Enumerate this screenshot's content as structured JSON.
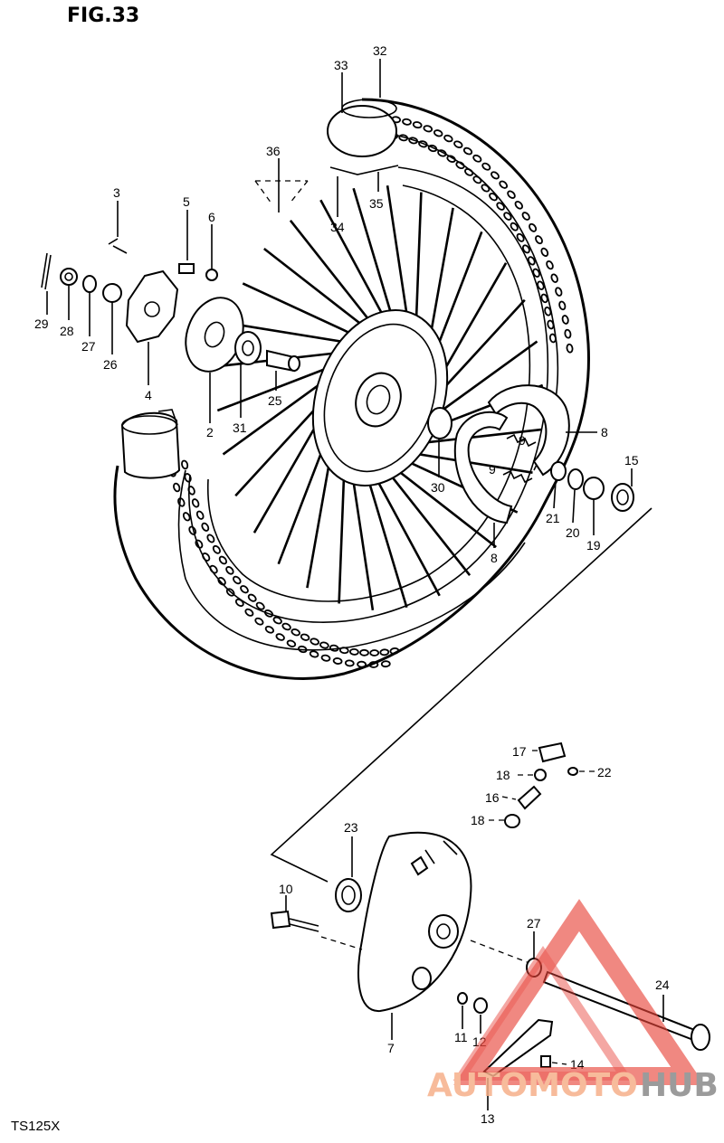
{
  "figure": {
    "title": "FIG.33",
    "model": "TS125X"
  },
  "callouts": [
    {
      "id": "c32",
      "text": "32"
    },
    {
      "id": "c33",
      "text": "33"
    },
    {
      "id": "c34",
      "text": "34"
    },
    {
      "id": "c35",
      "text": "35"
    },
    {
      "id": "c36",
      "text": "36"
    },
    {
      "id": "c3",
      "text": "3"
    },
    {
      "id": "c5",
      "text": "5"
    },
    {
      "id": "c6",
      "text": "6"
    },
    {
      "id": "c29",
      "text": "29"
    },
    {
      "id": "c28",
      "text": "28"
    },
    {
      "id": "c27a",
      "text": "27"
    },
    {
      "id": "c26",
      "text": "26"
    },
    {
      "id": "c4",
      "text": "4"
    },
    {
      "id": "c2",
      "text": "2"
    },
    {
      "id": "c31",
      "text": "31"
    },
    {
      "id": "c25",
      "text": "25"
    },
    {
      "id": "c30",
      "text": "30"
    },
    {
      "id": "c8a",
      "text": "8"
    },
    {
      "id": "c8b",
      "text": "8"
    },
    {
      "id": "c9a",
      "text": "9"
    },
    {
      "id": "c9b",
      "text": "9"
    },
    {
      "id": "c15",
      "text": "15"
    },
    {
      "id": "c21",
      "text": "21"
    },
    {
      "id": "c20",
      "text": "20"
    },
    {
      "id": "c19",
      "text": "19"
    },
    {
      "id": "c17",
      "text": "17"
    },
    {
      "id": "c18a",
      "text": "18"
    },
    {
      "id": "c22",
      "text": "22"
    },
    {
      "id": "c16",
      "text": "16"
    },
    {
      "id": "c18b",
      "text": "18"
    },
    {
      "id": "c23",
      "text": "23"
    },
    {
      "id": "c10",
      "text": "10"
    },
    {
      "id": "c27b",
      "text": "27"
    },
    {
      "id": "c24",
      "text": "24"
    },
    {
      "id": "c7",
      "text": "7"
    },
    {
      "id": "c11",
      "text": "11"
    },
    {
      "id": "c12",
      "text": "12"
    },
    {
      "id": "c14",
      "text": "14"
    },
    {
      "id": "c13",
      "text": "13"
    }
  ],
  "watermark": {
    "brand_part1": "AUTOMOTO",
    "brand_part2": "HUB",
    "color_primary": "#e8443a",
    "color_secondary": "#8a8a8a",
    "icon": "triangle-logo-icon"
  }
}
